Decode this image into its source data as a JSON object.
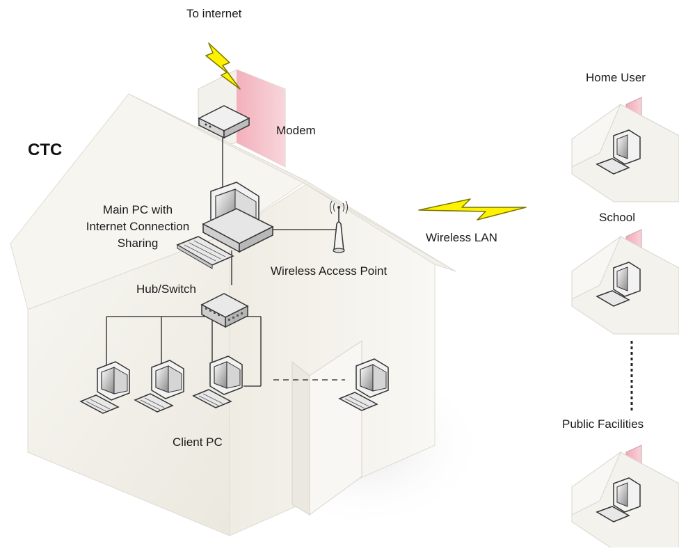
{
  "labels": {
    "to_internet": "To internet",
    "modem": "Modem",
    "ctc": "CTC",
    "main_pc_line1": "Main PC with",
    "main_pc_line2": "Internet Connection",
    "main_pc_line3": "Sharing",
    "wireless_ap": "Wireless Access Point",
    "hub_switch": "Hub/Switch",
    "client_pc": "Client PC",
    "wireless_lan": "Wireless LAN",
    "home_user": "Home User",
    "school": "School",
    "public_facilities": "Public Facilities"
  },
  "colors": {
    "lightning": "#fff200",
    "house_wall": "#f4f2ec",
    "chimney": "#f2c4cc",
    "line": "#222222"
  }
}
